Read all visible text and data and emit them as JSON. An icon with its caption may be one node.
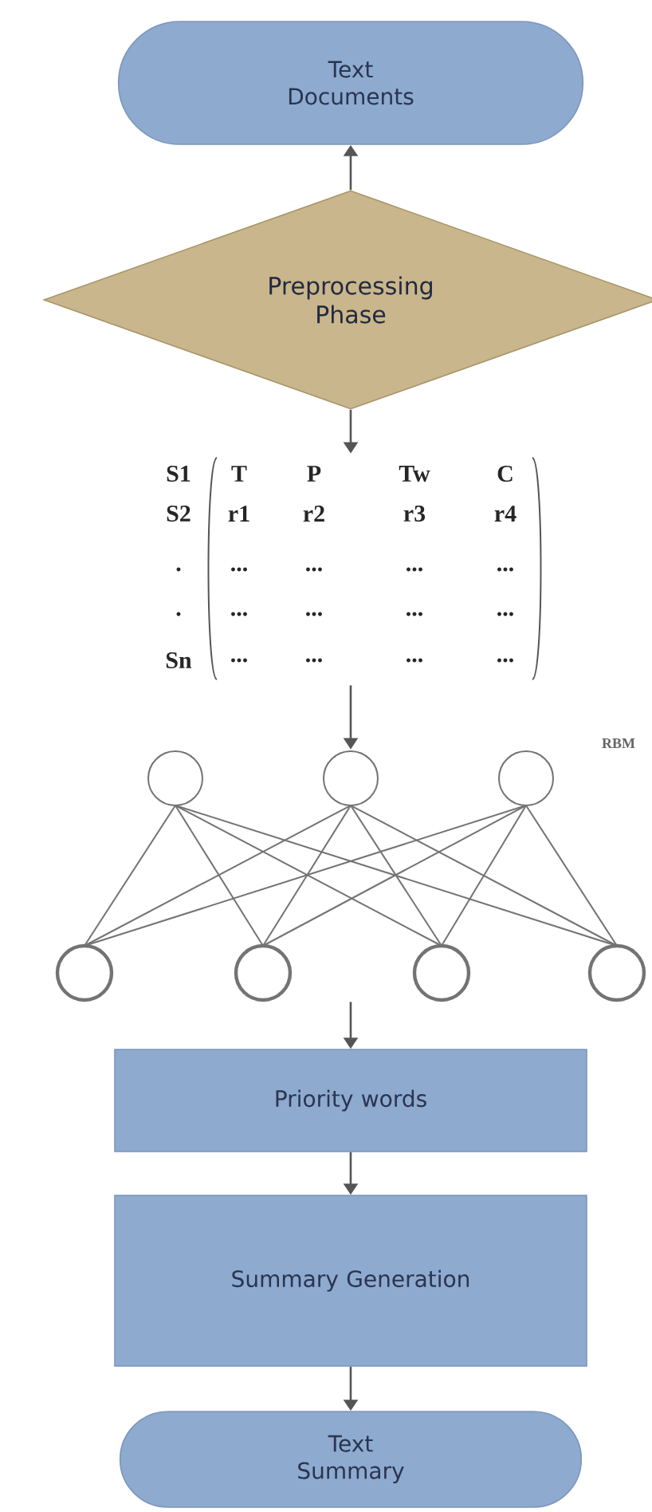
{
  "diagram": {
    "nodes": [
      {
        "text": [
          "Text Documents"
        ]
      },
      {
        "text": [
          "Preprocessing Phase"
        ]
      },
      {
        "text": [
          "S1",
          "T",
          "P",
          "Tw",
          "C",
          "S2",
          "r1",
          "r2",
          "r3",
          "r4",
          ".",
          "...",
          "...",
          "...",
          "...",
          ".",
          "...",
          "...",
          "...",
          "...",
          "Sn",
          "...",
          "...",
          "...",
          "..."
        ]
      },
      {
        "text": [],
        "shape": "network",
        "beside": [
          "RBM"
        ]
      },
      {
        "text": [
          "Priority words"
        ]
      },
      {
        "text": [
          "Summary Generation"
        ]
      },
      {
        "text": [
          "Text Summary"
        ]
      }
    ],
    "edges": [
      {
        "from": 1,
        "to": 0,
        "arrow": "to"
      },
      {
        "from": 1,
        "to": 2,
        "arrow": "to"
      },
      {
        "from": 2,
        "to": 3,
        "arrow": "to"
      },
      {
        "from": 3,
        "to": 4,
        "arrow": "to"
      },
      {
        "from": 4,
        "to": 5,
        "arrow": "to"
      },
      {
        "from": 5,
        "to": 6,
        "arrow": "to"
      }
    ]
  }
}
